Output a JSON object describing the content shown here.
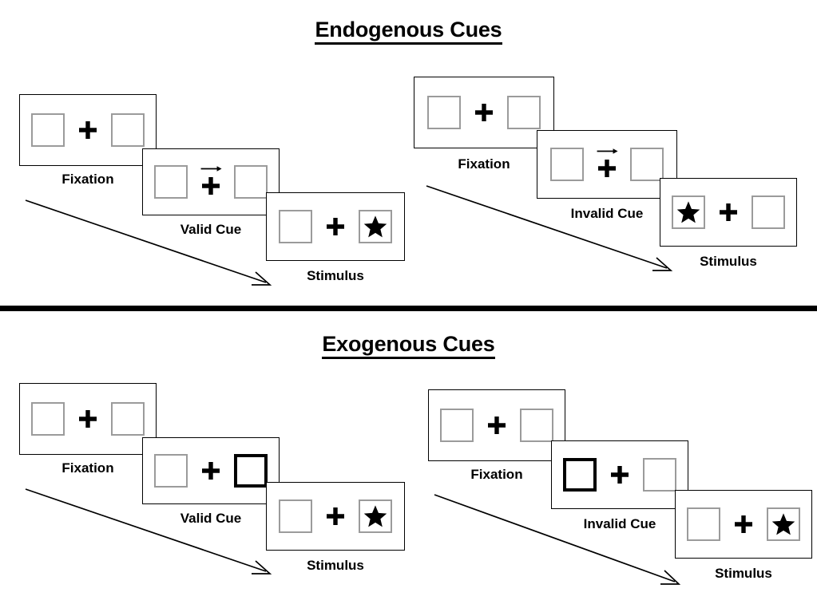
{
  "figure": {
    "type": "diagram",
    "description": "Posner spatial cueing paradigm trial sequences",
    "colors": {
      "background": "#ffffff",
      "foreground": "#000000",
      "placeholder_box_border": "#9b9b9b",
      "cued_box_border": "#000000"
    }
  },
  "sections": [
    {
      "id": "endogenous",
      "title": "Endogenous Cues",
      "panels": [
        {
          "id": "endogenous-valid",
          "frames": [
            {
              "label": "Fixation",
              "left_box": "empty",
              "right_box": "empty",
              "center": "plus",
              "arrow": "none"
            },
            {
              "label": "Valid Cue",
              "left_box": "empty",
              "right_box": "empty",
              "center": "plus-with-arrow",
              "arrow": "right"
            },
            {
              "label": "Stimulus",
              "left_box": "empty",
              "right_box": "star",
              "center": "plus",
              "arrow": "none"
            }
          ]
        },
        {
          "id": "endogenous-invalid",
          "frames": [
            {
              "label": "Fixation",
              "left_box": "empty",
              "right_box": "empty",
              "center": "plus",
              "arrow": "none"
            },
            {
              "label": "Invalid Cue",
              "left_box": "empty",
              "right_box": "empty",
              "center": "plus-with-arrow",
              "arrow": "right"
            },
            {
              "label": "Stimulus",
              "left_box": "star",
              "right_box": "empty",
              "center": "plus",
              "arrow": "none"
            }
          ]
        }
      ]
    },
    {
      "id": "exogenous",
      "title": "Exogenous Cues",
      "panels": [
        {
          "id": "exogenous-valid",
          "frames": [
            {
              "label": "Fixation",
              "left_box": "empty",
              "right_box": "empty",
              "center": "plus",
              "arrow": "none"
            },
            {
              "label": "Valid Cue",
              "left_box": "empty",
              "right_box": "cued",
              "center": "plus",
              "arrow": "none"
            },
            {
              "label": "Stimulus",
              "left_box": "empty",
              "right_box": "star",
              "center": "plus",
              "arrow": "none"
            }
          ]
        },
        {
          "id": "exogenous-invalid",
          "frames": [
            {
              "label": "Fixation",
              "left_box": "empty",
              "right_box": "empty",
              "center": "plus",
              "arrow": "none"
            },
            {
              "label": "Invalid Cue",
              "left_box": "cued",
              "right_box": "empty",
              "center": "plus",
              "arrow": "none"
            },
            {
              "label": "Stimulus",
              "left_box": "empty",
              "right_box": "star",
              "center": "plus",
              "arrow": "none"
            }
          ]
        }
      ]
    }
  ]
}
